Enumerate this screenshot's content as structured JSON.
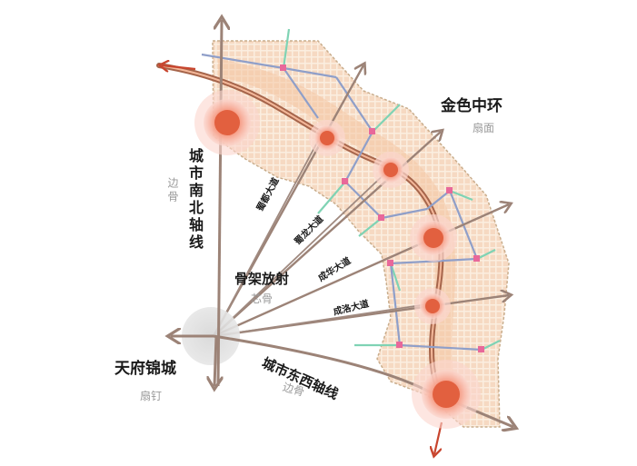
{
  "labels": {
    "golden_ring": "金色中环",
    "golden_ring_sub": "扇面",
    "ns_axis": "城市南北轴线",
    "ns_axis_sub": "边骨",
    "radial": "骨架放射",
    "radial_sub": "芯骨",
    "tianfu": "天府锦城",
    "tianfu_sub": "扇钉",
    "ew_axis": "城市东西轴线",
    "ew_axis_sub": "边骨"
  },
  "roads": {
    "r1": "蜀都大道",
    "r2": "蜀龙大道",
    "r3": "成华大道",
    "r4": "成洛大道"
  },
  "colors": {
    "axis_arrow": "#9c8377",
    "radial_line": "#a08a80",
    "red_arrow": "#c8452e",
    "belt_fill": "#f6e3cf",
    "belt_edge": "#c9ad8c",
    "grid": "#f0c3a8",
    "node_core": "#e2603f",
    "node_halo": "#f9c6bc",
    "branch_blue": "#8f9fc9",
    "branch_green": "#7fd3b4",
    "junction": "#e8689a",
    "hub_gray": "#d9d9d9"
  }
}
